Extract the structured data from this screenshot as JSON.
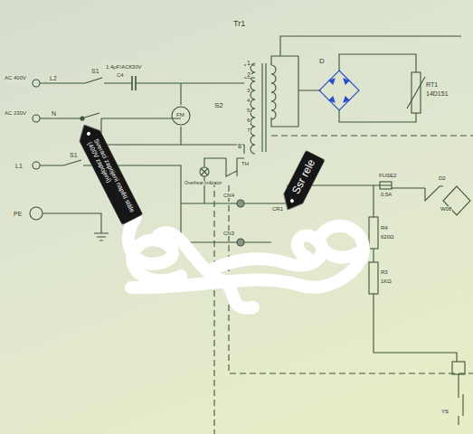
{
  "diagram": {
    "nodes": [
      {
        "text": [
          "Sverací zapojení napětí stále (400V zapojení)"
        ]
      },
      {
        "text": [
          "Ssr rele"
        ]
      }
    ],
    "labels": [
      "Tr1",
      "D",
      "RT1",
      "14D151",
      "1.4μF/AC630V",
      "C4",
      "1",
      "2",
      "S2",
      "3",
      "4",
      "5",
      "6",
      "7",
      "8",
      "AC 400V",
      "L2",
      "S1",
      "AC 230V",
      "N",
      "FM",
      "L1",
      "S1",
      "PE",
      "Overheat Indicator",
      "TH",
      "CN4",
      "CN3",
      "CR1",
      "FUSE2",
      "0.5A",
      "D2",
      "W08",
      "R4",
      "620Ω",
      "R3",
      "1KΩ",
      "YS"
    ]
  }
}
